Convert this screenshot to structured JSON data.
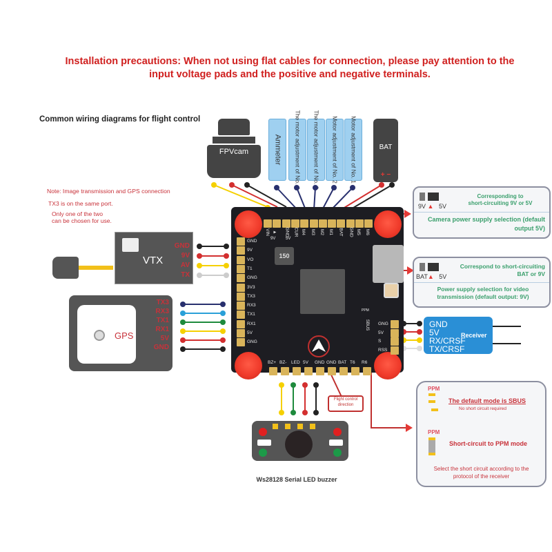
{
  "header": {
    "warning_line1": "Installation precautions: When not using flat cables for connection, please pay attention to the",
    "warning_line2": "input voltage pads and the positive and negative terminals.",
    "subtitle": "Common wiring diagrams for flight control"
  },
  "note": {
    "line1": "Note: Image transmission and GPS connection",
    "line2": "TX3 is on the same port.",
    "line3": "Only one of the two",
    "line4": "can be chosen for use."
  },
  "top_components": {
    "fpvcam_label": "FPVcam",
    "labels": [
      "Ammeter",
      "The motor adjustment of No. 4",
      "The motor adjustment of No. 3",
      "Motor adjustment of No. 2",
      "Motor adjustment of No. 1"
    ],
    "bat_label": "BAT",
    "bat_polarity": "+ −"
  },
  "board": {
    "top_pads": [
      "VIN",
      "▲",
      "GND",
      "CUR",
      "M4",
      "M3",
      "M2",
      "M1",
      "BAT",
      "GND",
      "M5",
      "M6"
    ],
    "left_pads": [
      "GND",
      "9V",
      "VO",
      "T1",
      "GNG",
      "3V3",
      "TX3",
      "RX3",
      "TX1",
      "RX1",
      "5V",
      "GNG"
    ],
    "bottom_pads": [
      "BZ+",
      "BZ-",
      "LED",
      "5V",
      "GND",
      "GND",
      "BAT",
      "T6",
      "R6"
    ],
    "right_pads": [
      "GNG",
      "5V",
      "S",
      "RSS"
    ],
    "inductor_label": "150",
    "jumper_9v": "9V",
    "jumper_5v": "5V",
    "sbus_label": "SBUS",
    "ppm_label": "PPM"
  },
  "vtx": {
    "label": "VTX",
    "pins": [
      "GND",
      "9V",
      "AV",
      "TX"
    ]
  },
  "gps": {
    "label": "GPS",
    "pins": [
      "TX3",
      "RX3",
      "TX1",
      "RX1",
      "5V",
      "GND"
    ]
  },
  "callouts": {
    "camera": {
      "left": "9V",
      "right": "5V",
      "title_line1": "Corresponding to",
      "title_line2": "short-circuiting 9V or 5V",
      "desc": "Camera power supply selection (default output 5V)"
    },
    "video": {
      "left": "BAT",
      "right": "5V",
      "title_line1": "Correspond to short-circuiting",
      "title_line2": "BAT or 9V",
      "desc": "Power supply selection for video transmission (default output: 9V)"
    },
    "ppm": {
      "ppm1": "PPM",
      "default_mode": "The default mode is SBUS",
      "no_short": "No short circuit required",
      "ppm2": "PPM",
      "short_mode": "Short-circuit to PPM mode",
      "select": "Select the short circuit according to the protocol of the receiver"
    }
  },
  "receiver": {
    "label": "Receiver",
    "pins": [
      "GND",
      "5V",
      "RX/CRSF",
      "TX/CRSF"
    ]
  },
  "flight_direction": "Flight control direction",
  "buzzer": {
    "label": "Ws28128 Serial LED buzzer"
  },
  "colors": {
    "warning_red": "#d0201f",
    "callout_green": "#3a9f6c",
    "label_blue": "#9fd0f0",
    "screw_red": "#f03b2b",
    "pad_gold": "#d9b45a"
  }
}
